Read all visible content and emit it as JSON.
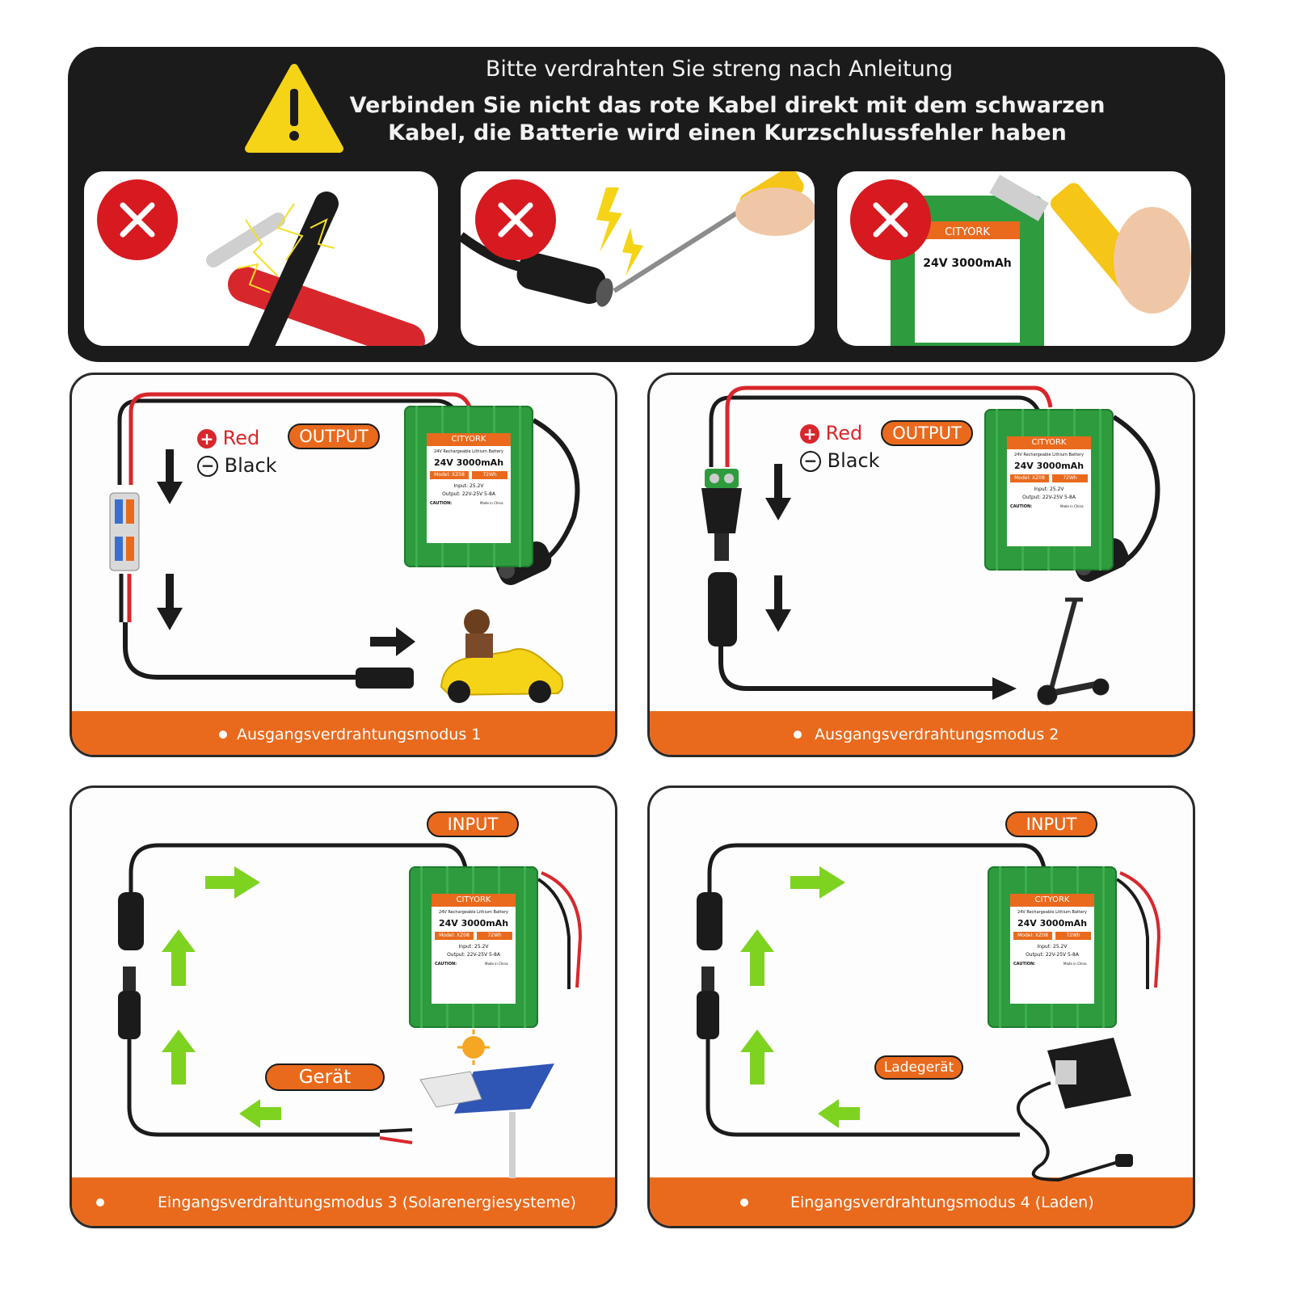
{
  "banner": {
    "title": "Bitte verdrahten Sie streng nach Anleitung",
    "warning_line1": "Verbinden Sie nicht das rote Kabel direkt mit dem schwarzen",
    "warning_line2": "Kabel, die Batterie wird einen Kurzschlussfehler haben"
  },
  "battery": {
    "brand": "CITYORK",
    "subtitle": "24V Rechargeable Lithium Battery",
    "capacity": "24V 3000mAh",
    "model": "Model: XZ08",
    "energy": "72Wh",
    "input": "Input: 25.2V",
    "output": "Output: 22V-25V 5-8A",
    "caution": "CAUTION:",
    "made_in": "Made in China"
  },
  "panels": {
    "p1": {
      "pill": "OUTPUT",
      "legend_red": "Red",
      "legend_black": "Black",
      "footer": "Ausgangsverdrahtungsmodus 1"
    },
    "p2": {
      "pill": "OUTPUT",
      "legend_red": "Red",
      "legend_black": "Black",
      "footer": "Ausgangsverdrahtungsmodus 2"
    },
    "p3": {
      "pill": "INPUT",
      "device_label": "Gerät",
      "footer": "Eingangsverdrahtungsmodus 3 (Solarenergiesysteme)"
    },
    "p4": {
      "pill": "INPUT",
      "device_label": "Ladegerät",
      "footer": "Eingangsverdrahtungsmodus 4 (Laden)"
    }
  },
  "colors": {
    "accent_orange": "#e96a1d",
    "battery_green": "#2e9b3e",
    "wire_red": "#d8272c",
    "wire_black": "#1b1b1b",
    "arrow_green": "#7ed321",
    "error_red": "#d71920",
    "warning_yellow": "#f5d317"
  },
  "icons": [
    "warning-icon",
    "error-x-icon",
    "arrow-down-icon",
    "arrow-right-icon",
    "arrow-up-icon",
    "arrow-left-icon"
  ]
}
